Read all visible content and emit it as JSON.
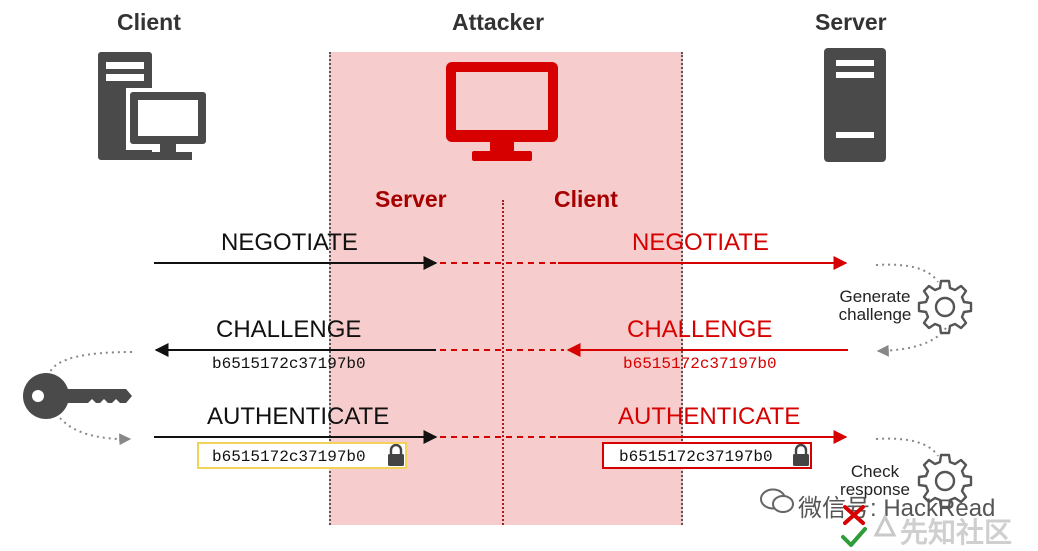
{
  "headers": {
    "client": "Client",
    "attacker": "Attacker",
    "server": "Server"
  },
  "attacker_roles": {
    "left": "Server",
    "right": "Client"
  },
  "messages": {
    "negotiate_left": "NEGOTIATE",
    "negotiate_right": "NEGOTIATE",
    "challenge_left": "CHALLENGE",
    "challenge_right": "CHALLENGE",
    "authenticate_left": "AUTHENTICATE",
    "authenticate_right": "AUTHENTICATE"
  },
  "hashes": {
    "challenge_left": "b6515172c37197b0",
    "challenge_right": "b6515172c37197b0",
    "auth_left": "b6515172c37197b0",
    "auth_right": "b6515172c37197b0"
  },
  "server_steps": {
    "generate_line1": "Generate",
    "generate_line2": "challenge",
    "check_line1": "Check",
    "check_line2": "response"
  },
  "watermark": {
    "text": "微信号: HackRead",
    "logo_text": "先知社区"
  },
  "colors": {
    "attacker_zone": "#f6cccc",
    "red": "#d60000",
    "dark_red": "#a50000",
    "icon_gray": "#4a4a4a",
    "black": "#111111",
    "yellow_box": "#f2d25a"
  },
  "icons": [
    "client-computer-icon",
    "attacker-monitor-icon",
    "server-tower-icon",
    "key-icon",
    "gear-icon",
    "lock-icon",
    "check-icon",
    "cross-icon"
  ]
}
